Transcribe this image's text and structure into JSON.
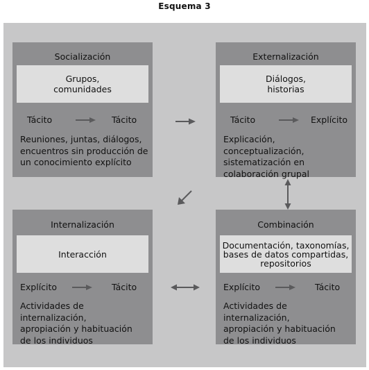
{
  "title": "Esquema 3",
  "boxes": {
    "socializacion": {
      "heading": "Socialización",
      "inner": [
        "Grupos,",
        "comunidades"
      ],
      "from": "Tácito",
      "to": "Tácito",
      "desc": [
        "Reuniones, juntas, diálogos,",
        "encuentros sin producción de",
        "un conocimiento explícito"
      ]
    },
    "externalizacion": {
      "heading": "Externalización",
      "inner": [
        "Diálogos,",
        "historias"
      ],
      "from": "Tácito",
      "to": "Explícito",
      "desc": [
        "Explicación, conceptualización,",
        "sistematización en",
        "colaboración grupal"
      ]
    },
    "internalizacion": {
      "heading": "Internalización",
      "inner": [
        "Interacción"
      ],
      "from": "Explícito",
      "to": "Tácito",
      "desc": [
        "Actividades de internalización,",
        "apropiación y habituación",
        "de los individuos"
      ]
    },
    "combinacion": {
      "heading": "Combinación",
      "inner": [
        "Documentación, taxonomías,",
        "bases de datos compartidas,",
        "repositorios"
      ],
      "from": "Explícito",
      "to": "Tácito",
      "desc": [
        "Actividades de internalización,",
        "apropiación y habituación",
        "de los individuos"
      ]
    }
  },
  "colors": {
    "background": "#c7c7c8",
    "box": "#8e8e90",
    "inner": "#dedede",
    "arrow": "#5a5a5c"
  }
}
